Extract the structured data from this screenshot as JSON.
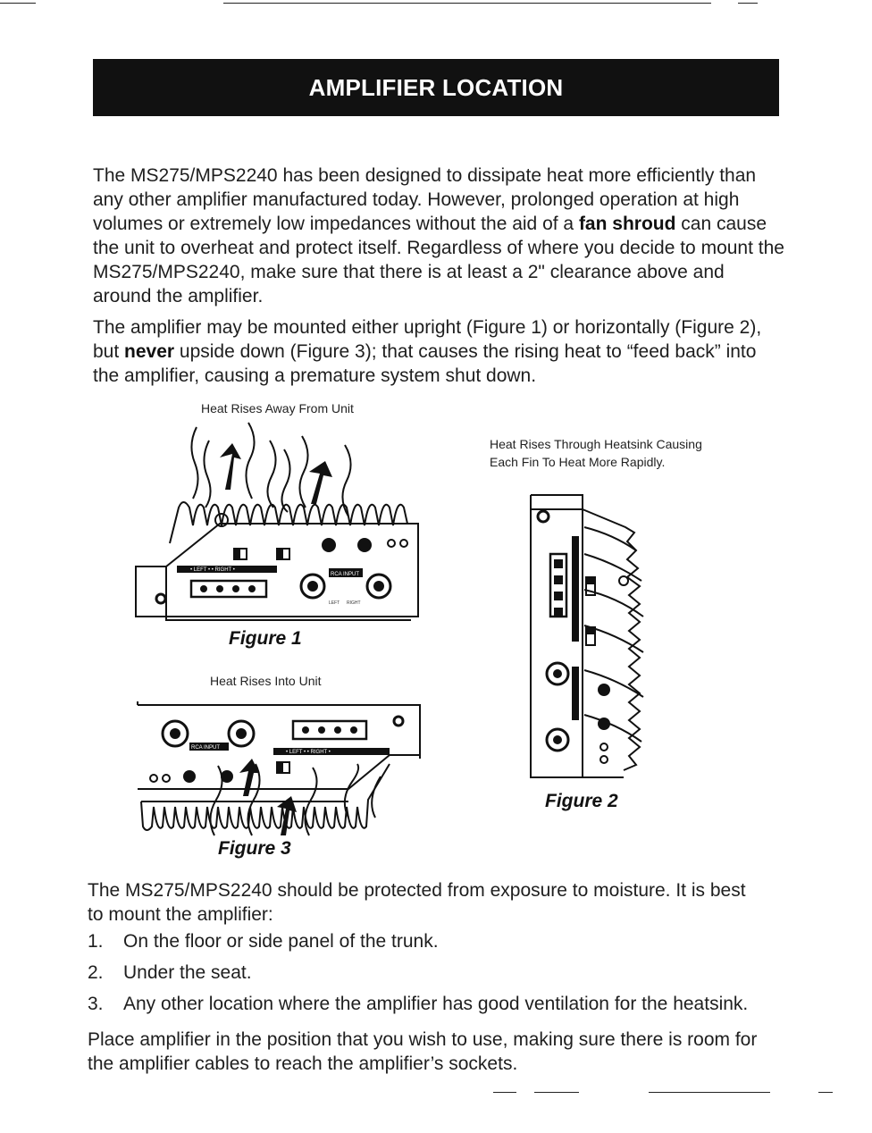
{
  "header": {
    "title": "AMPLIFIER LOCATION"
  },
  "intro": {
    "p1_part1": "The MS275/MPS2240 has been designed to dissipate heat more efficiently than any other amplifier manufactured today. However, prolonged operation at high volumes or extremely low impedances without the aid of a ",
    "p1_bold": "fan shroud",
    "p1_part2": " can cause the unit to overheat and protect itself. Regardless of where you decide to mount the MS275/MPS2240, make sure that there is at least a 2\" clearance above and around the amplifier.",
    "p2_part1": "The amplifier may be mounted either upright (Figure 1) or horizontally (Figure 2), but ",
    "p2_bold": "never",
    "p2_part2": " upside down (Figure 3); that causes the rising heat to “feed back” into the amplifier, causing a premature system shut down."
  },
  "figures": {
    "fig1_label": "Heat Rises Away From Unit",
    "fig1_caption": "Figure 1",
    "fig2_label": "Heat Rises Through Heatsink Causing Each Fin To Heat More Rapidly.",
    "fig2_caption": "Figure 2",
    "fig3_label": "Heat Rises Into Unit",
    "fig3_caption": "Figure 3",
    "panel_labels": {
      "left_right": "• LEFT •  • RIGHT •",
      "rca_input": "RCA INPUT",
      "left": "LEFT",
      "right": "RIGHT"
    }
  },
  "moisture": {
    "intro": "The MS275/MPS2240 should be protected from exposure to moisture. It is best to mount the amplifier:",
    "items": [
      {
        "num": "1.",
        "text": "On the floor or side panel of the trunk."
      },
      {
        "num": "2.",
        "text": "Under the seat."
      },
      {
        "num": "3.",
        "text": "Any other location where the amplifier has good ventilation for the heatsink."
      }
    ],
    "closing": "Place amplifier in the position that you wish to use, making sure there is room for the amplifier cables to reach the amplifier’s sockets."
  }
}
